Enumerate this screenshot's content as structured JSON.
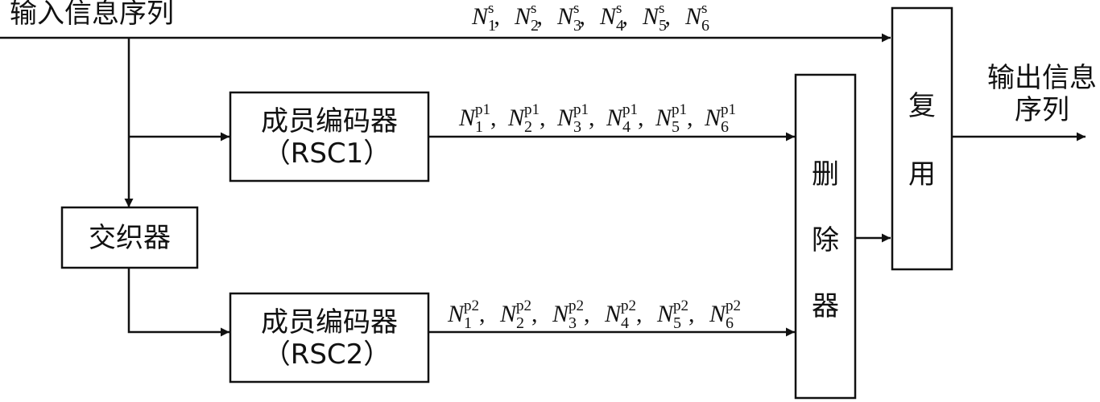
{
  "input_label": "输入信息序列",
  "output_label_line1": "输出信息",
  "output_label_line2": "序列",
  "interleaver": "交织器",
  "encoder1": {
    "title": "成员编码器",
    "sub": "（RSC1）"
  },
  "encoder2": {
    "title": "成员编码器",
    "sub": "（RSC2）"
  },
  "puncturer": [
    "删",
    "除",
    "器"
  ],
  "multiplexer": [
    "复",
    "用"
  ],
  "seq_symbol": "N",
  "seq_separator": ",",
  "seq_s": {
    "sup": "s",
    "subs": [
      "1",
      "2",
      "3",
      "4",
      "5",
      "6"
    ]
  },
  "seq_p1": {
    "sup": "p1",
    "subs": [
      "1",
      "2",
      "3",
      "4",
      "5",
      "6"
    ]
  },
  "seq_p2": {
    "sup": "p2",
    "subs": [
      "1",
      "2",
      "3",
      "4",
      "5",
      "6"
    ]
  }
}
